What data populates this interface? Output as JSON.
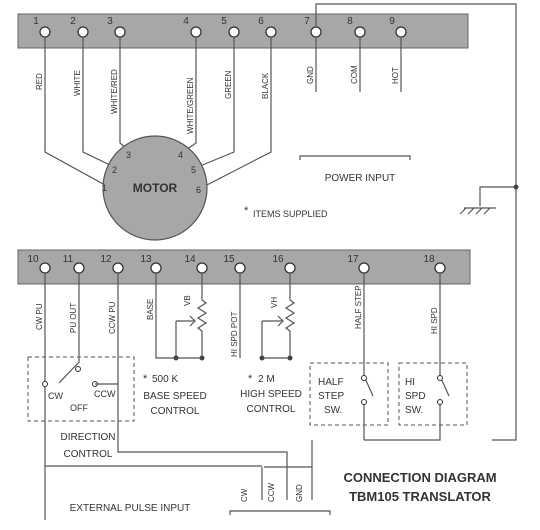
{
  "top_strip": {
    "terminals": [
      {
        "num": "1",
        "label": "RED"
      },
      {
        "num": "2",
        "label": "WHITE"
      },
      {
        "num": "3",
        "label": "WHITE/RED"
      },
      {
        "num": "4",
        "label": "WHITE/GREEN"
      },
      {
        "num": "5",
        "label": "GREEN"
      },
      {
        "num": "6",
        "label": "BLACK"
      },
      {
        "num": "7",
        "label": "GND"
      },
      {
        "num": "8",
        "label": "COM"
      },
      {
        "num": "9",
        "label": "HOT"
      }
    ]
  },
  "motor": {
    "label": "MOTOR",
    "pins": [
      "1",
      "2",
      "3",
      "4",
      "5",
      "6"
    ]
  },
  "power_input_label": "POWER INPUT",
  "items_supplied": "ITEMS SUPPLIED",
  "asterisk": "*",
  "bottom_strip": {
    "terminals": [
      {
        "num": "10",
        "label": "CW PU"
      },
      {
        "num": "11",
        "label": "PU OUT"
      },
      {
        "num": "12",
        "label": "CCW PU"
      },
      {
        "num": "13",
        "label": "BASE"
      },
      {
        "num": "14",
        "label": "VB"
      },
      {
        "num": "15",
        "label": "HI SPD POT"
      },
      {
        "num": "16",
        "label": "VH"
      },
      {
        "num": "17",
        "label": "HALF STEP"
      },
      {
        "num": "18",
        "label": "HI SPD"
      }
    ]
  },
  "direction": {
    "cw": "CW",
    "off": "OFF",
    "ccw": "CCW",
    "label1": "DIRECTION",
    "label2": "CONTROL"
  },
  "base_speed": {
    "value": "500 K",
    "line1": "BASE SPEED",
    "line2": "CONTROL"
  },
  "high_speed": {
    "value": "2 M",
    "line1": "HIGH SPEED",
    "line2": "CONTROL"
  },
  "half_step_sw": {
    "line1": "HALF",
    "line2": "STEP",
    "line3": "SW."
  },
  "hi_spd_sw": {
    "line1": "HI",
    "line2": "SPD",
    "line3": "SW."
  },
  "external_pulse": {
    "label": "EXTERNAL PULSE INPUT",
    "cw": "CW",
    "ccw": "CCW",
    "gnd": "GND"
  },
  "caption": {
    "line1": "CONNECTION DIAGRAM",
    "line2": "TBM105 TRANSLATOR"
  }
}
